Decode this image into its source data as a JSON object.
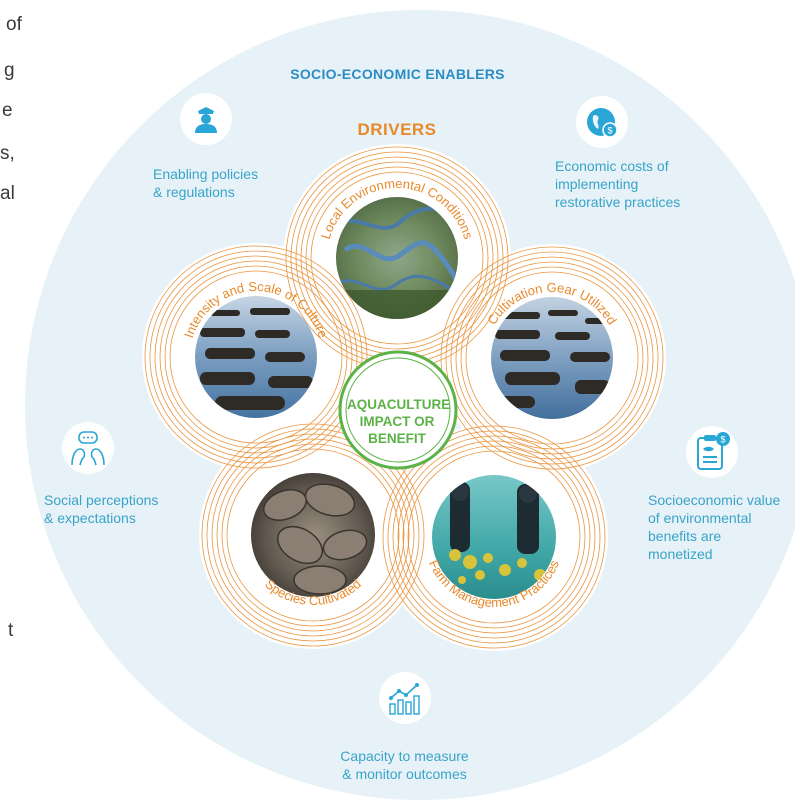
{
  "left_edge_fragments": [
    "of",
    "g",
    "e",
    "s,",
    "al",
    "t"
  ],
  "enablers_title": "SOCIO-ECONOMIC ENABLERS",
  "drivers_title": "DRIVERS",
  "center": [
    "AQUACULTURE",
    "IMPACT OR",
    "BENEFIT"
  ],
  "drivers": [
    {
      "label": "Local Environmental Conditions"
    },
    {
      "label": "Cultivation Gear Utilized"
    },
    {
      "label": "Farm Management Practices"
    },
    {
      "label": "Species Cultivated"
    },
    {
      "label": "Intensity and Scale of Culture"
    }
  ],
  "enablers": {
    "policies": [
      "Enabling policies",
      "& regulations"
    ],
    "costs": [
      "Economic costs of",
      "implementing",
      "restorative practices"
    ],
    "perceptions": [
      "Social perceptions",
      "& expectations"
    ],
    "value": [
      "Socioeconomic value",
      "of environmental",
      "benefits are",
      "monetized"
    ],
    "capacity": [
      "Capacity to measure",
      "& monitor outcomes"
    ]
  },
  "colors": {
    "outer_circle": "#e6f2f8",
    "enabler_text": "#3aa3c8",
    "title_blue": "#2b8cc4",
    "driver_orange": "#e8892a",
    "center_green": "#5bb247",
    "icon_blue": "#2aa6d6"
  },
  "icons": [
    "officer-icon",
    "globe-dollar-icon",
    "chat-people-icon",
    "clipboard-fish-icon",
    "bar-chart-icon"
  ]
}
